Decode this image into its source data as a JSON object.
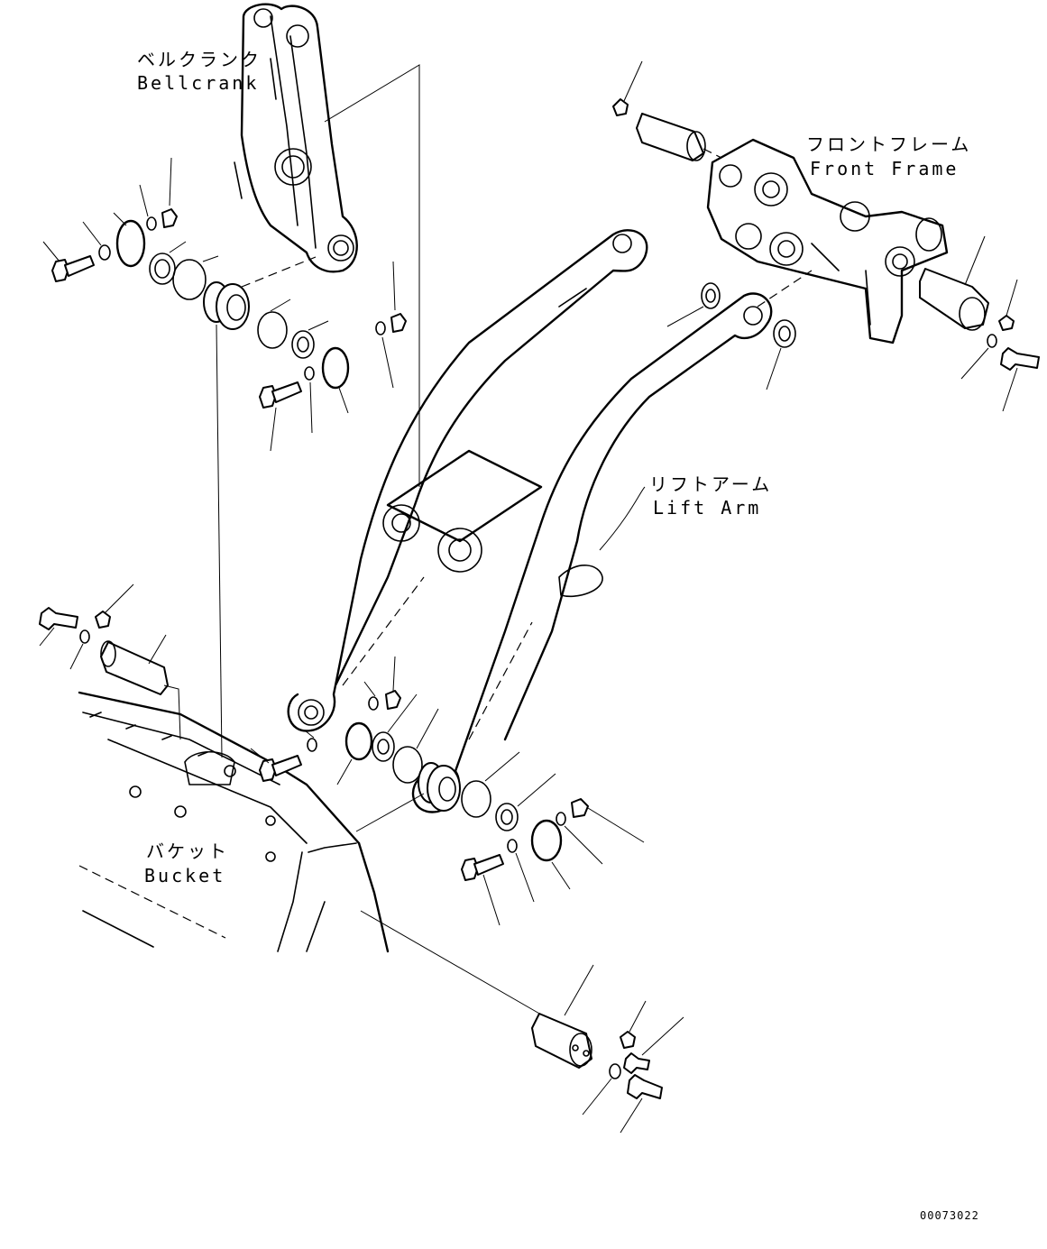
{
  "labels": {
    "bellcrank_jp": "ベルクランク",
    "bellcrank_en": "Bellcrank",
    "front_frame_jp": "フロントフレーム",
    "front_frame_en": "Front Frame",
    "lift_arm_jp": "リフトアーム",
    "lift_arm_en": "Lift Arm",
    "bucket_jp": "バケット",
    "bucket_en": "Bucket"
  },
  "drawing_code": "00073022"
}
